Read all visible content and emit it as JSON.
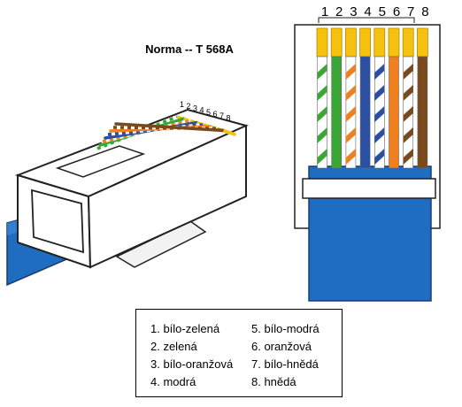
{
  "title": "Norma -- T 568A",
  "pin_numbers": [
    "1",
    "2",
    "3",
    "4",
    "5",
    "6",
    "7",
    "8"
  ],
  "wires": [
    {
      "pin": "1",
      "label": "1. bílo-zelená",
      "color": "#3aa635",
      "striped": true
    },
    {
      "pin": "2",
      "label": "2. zelená",
      "color": "#3aa635",
      "striped": false
    },
    {
      "pin": "3",
      "label": "3. bílo-oranžová",
      "color": "#f07f1e",
      "striped": true
    },
    {
      "pin": "4",
      "label": "4. modrá",
      "color": "#2a4fa3",
      "striped": false
    },
    {
      "pin": "5",
      "label": "5. bílo-modrá",
      "color": "#2a4fa3",
      "striped": true
    },
    {
      "pin": "6",
      "label": "6. oranžová",
      "color": "#f07f1e",
      "striped": false
    },
    {
      "pin": "7",
      "label": "7. bílo-hnědá",
      "color": "#7a4a1e",
      "striped": true
    },
    {
      "pin": "8",
      "label": "8. hnědá",
      "color": "#7a4a1e",
      "striped": false
    }
  ],
  "colors": {
    "cable_blue": "#1f6dc1",
    "contact_gold": "#f6c20f",
    "outline": "#222222"
  }
}
